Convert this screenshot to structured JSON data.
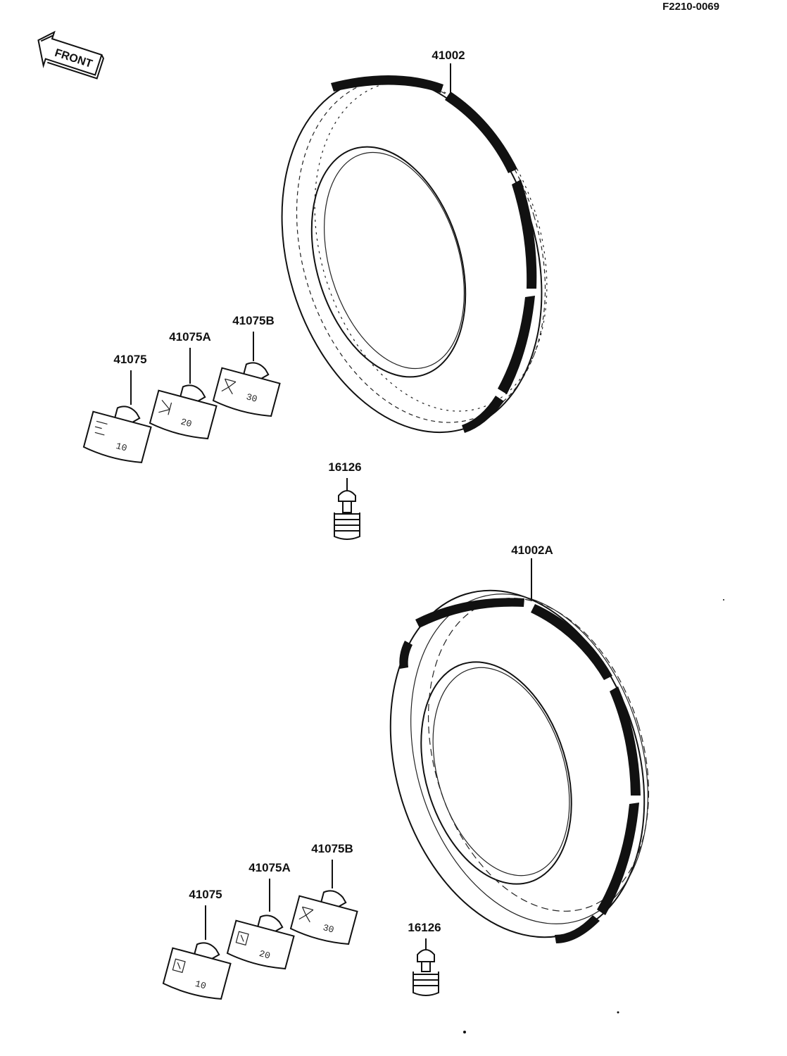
{
  "diagram": {
    "reference_code": "F2210-0069",
    "front_label": "FRONT",
    "parts": {
      "tire_front": "41002",
      "tire_rear": "41002A",
      "weight_top_1": "41075",
      "weight_top_2": "41075A",
      "weight_top_3": "41075B",
      "valve_top": "16126",
      "weight_bottom_1": "41075",
      "weight_bottom_2": "41075A",
      "weight_bottom_3": "41075B",
      "valve_bottom": "16126"
    },
    "weight_marks": {
      "top_1": "10",
      "top_2": "20",
      "top_3": "30",
      "bottom_1": "10",
      "bottom_2": "20",
      "bottom_3": "30"
    }
  }
}
